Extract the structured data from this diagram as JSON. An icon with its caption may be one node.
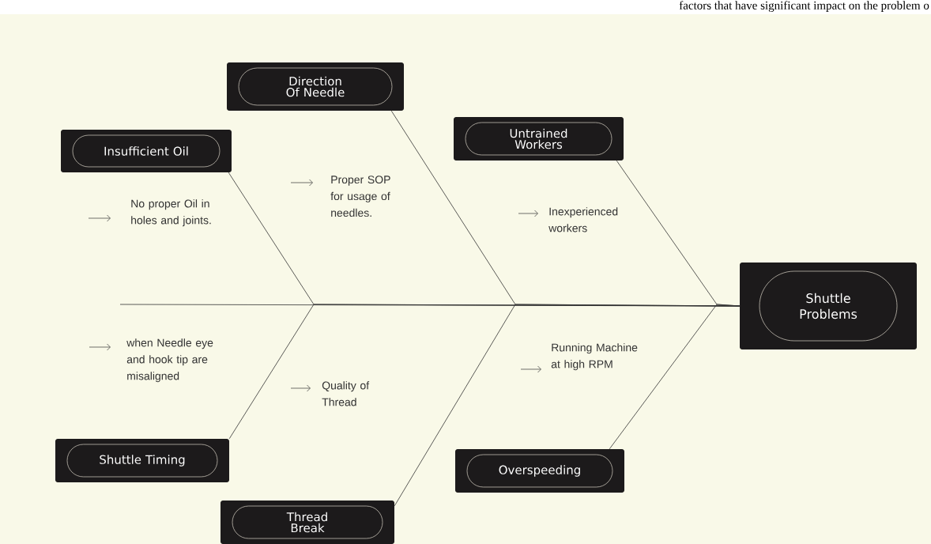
{
  "diagram": {
    "nodes": [
      {
        "text": [
          "Shuttle Problems"
        ]
      },
      {
        "text": [
          "Insufficient Oil"
        ]
      },
      {
        "text": [
          "Direction Of Needle"
        ]
      },
      {
        "text": [
          "Untrained Workers"
        ]
      },
      {
        "text": [
          "Shuttle Timing"
        ]
      },
      {
        "text": [
          "Thread Break"
        ]
      },
      {
        "text": [
          "Overspeeding"
        ]
      }
    ],
    "edges": [
      {
        "from": null,
        "to": 0,
        "arrow": "none"
      },
      {
        "from": 1,
        "to": 0,
        "arrow": "none"
      },
      {
        "from": 2,
        "to": 0,
        "arrow": "none"
      },
      {
        "from": 3,
        "to": 0,
        "arrow": "none"
      },
      {
        "from": 4,
        "to": 0,
        "arrow": "none"
      },
      {
        "from": 5,
        "to": 0,
        "arrow": "none"
      },
      {
        "from": 6,
        "to": 0,
        "arrow": "none"
      }
    ],
    "labels": [
      "factors that have significant impact on the problem o",
      "Proper SOP for usage of needles.",
      "No proper Oil in holes and joints.",
      "Inexperienced workers",
      "when Needle eye and hook tip are misaligned",
      "Running Machine at high RPM",
      "Quality of Thread"
    ]
  }
}
